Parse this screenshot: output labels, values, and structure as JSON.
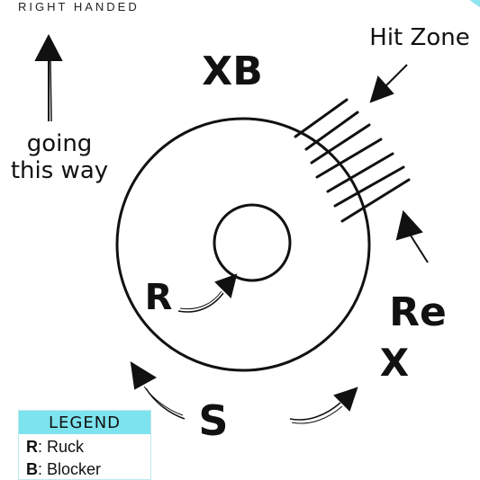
{
  "header": {
    "label": "RIGHT HANDED"
  },
  "direction": {
    "line1": "going",
    "line2": "this way"
  },
  "hit_zone": {
    "label": "Hit Zone"
  },
  "positions": {
    "xb": "XB",
    "r": "R",
    "re": "Re",
    "x": "X",
    "s": "S"
  },
  "legend": {
    "title": "LEGEND",
    "items": [
      {
        "key": "R",
        "desc": ": Ruck"
      },
      {
        "key": "B",
        "desc": ": Blocker"
      }
    ]
  },
  "colors": {
    "legend_header": "#7de3ee",
    "ink": "#111111"
  }
}
